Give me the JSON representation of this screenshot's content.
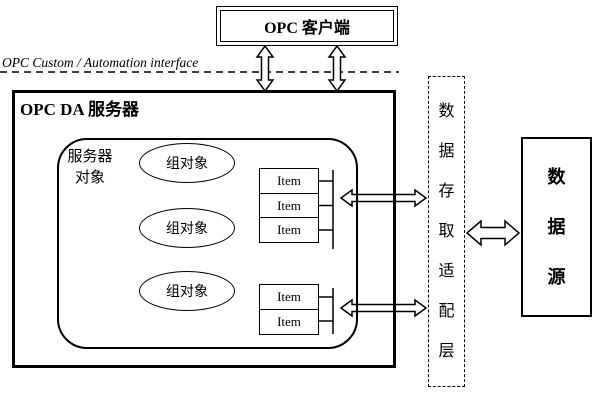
{
  "diagram": {
    "client": {
      "label": "OPC 客户端"
    },
    "interface": {
      "label": "OPC Custom / Automation interface"
    },
    "server": {
      "label": "OPC DA 服务器"
    },
    "server_object": {
      "label": "服务器\n对象"
    },
    "groups": [
      {
        "label": "组对象"
      },
      {
        "label": "组对象"
      },
      {
        "label": "组对象"
      }
    ],
    "items_top": [
      "Item",
      "Item",
      "Item"
    ],
    "items_bottom": [
      "Item",
      "Item"
    ],
    "adapter": {
      "label": "数据存取适配层"
    },
    "datasource": {
      "label": "数据源"
    },
    "colors": {
      "line": "#000000",
      "background": "#ffffff"
    }
  }
}
